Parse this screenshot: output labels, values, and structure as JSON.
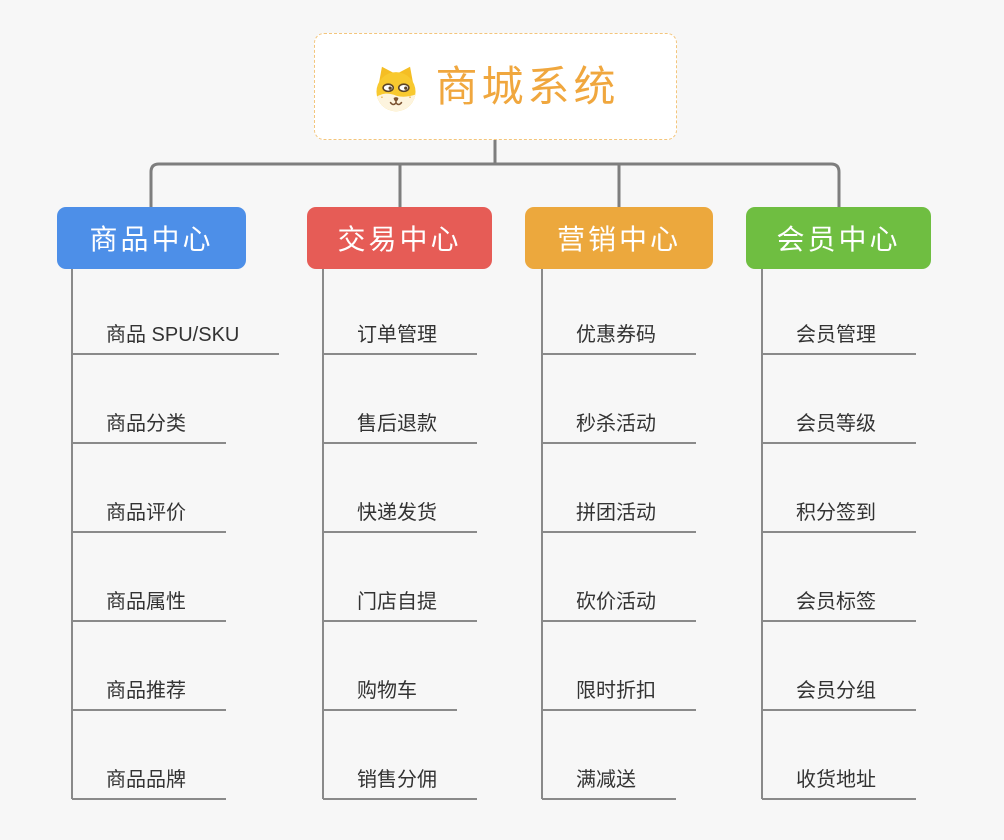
{
  "root": {
    "title": "商城系统",
    "accent": "#F0A73E",
    "icon": "shiba-dog-icon"
  },
  "branches": [
    {
      "id": "product-center",
      "label": "商品中心",
      "color": "#4D8FE8",
      "items": [
        "商品 SPU/SKU",
        "商品分类",
        "商品评价",
        "商品属性",
        "商品推荐",
        "商品品牌"
      ]
    },
    {
      "id": "trade-center",
      "label": "交易中心",
      "color": "#E65C56",
      "items": [
        "订单管理",
        "售后退款",
        "快递发货",
        "门店自提",
        "购物车",
        "销售分佣"
      ]
    },
    {
      "id": "marketing-center",
      "label": "营销中心",
      "color": "#ECA83D",
      "items": [
        "优惠券码",
        "秒杀活动",
        "拼团活动",
        "砍价活动",
        "限时折扣",
        "满减送"
      ]
    },
    {
      "id": "member-center",
      "label": "会员中心",
      "color": "#6FBE41",
      "items": [
        "会员管理",
        "会员等级",
        "积分签到",
        "会员标签",
        "会员分组",
        "收货地址"
      ]
    }
  ],
  "connector_color": "#7E7E7E",
  "subline_color": "#8A8A8A"
}
